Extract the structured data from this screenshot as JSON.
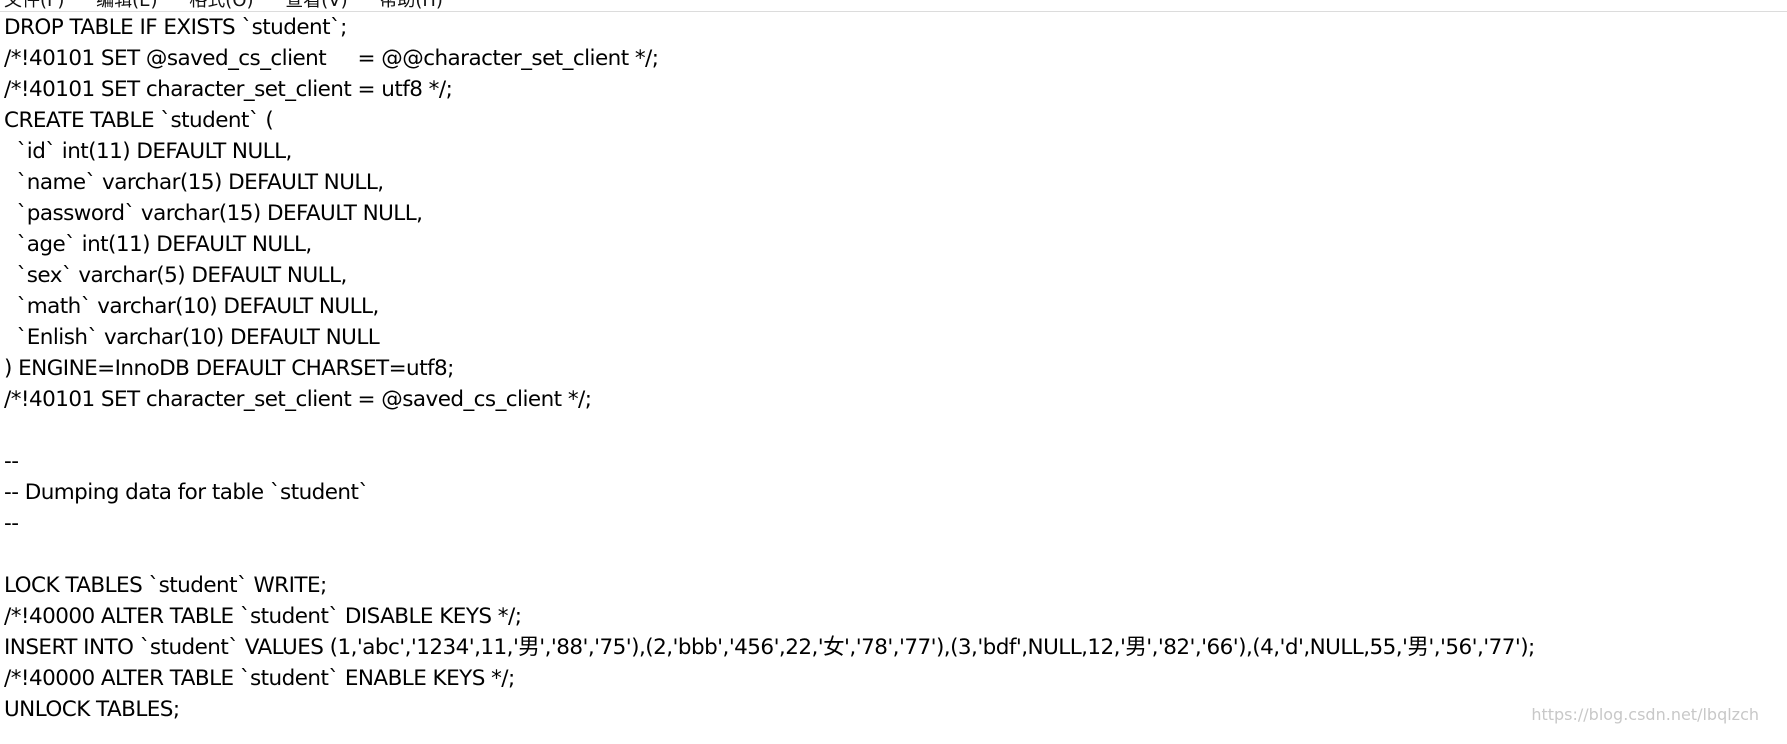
{
  "menubar": {
    "items": [
      "文件(F)",
      "编辑(E)",
      "格式(O)",
      "查看(V)",
      "帮助(H)"
    ]
  },
  "editor": {
    "lines": [
      "DROP TABLE IF EXISTS `student`;",
      "/*!40101 SET @saved_cs_client     = @@character_set_client */;",
      "/*!40101 SET character_set_client = utf8 */;",
      "CREATE TABLE `student` (",
      "  `id` int(11) DEFAULT NULL,",
      "  `name` varchar(15) DEFAULT NULL,",
      "  `password` varchar(15) DEFAULT NULL,",
      "  `age` int(11) DEFAULT NULL,",
      "  `sex` varchar(5) DEFAULT NULL,",
      "  `math` varchar(10) DEFAULT NULL,",
      "  `Enlish` varchar(10) DEFAULT NULL",
      ") ENGINE=InnoDB DEFAULT CHARSET=utf8;",
      "/*!40101 SET character_set_client = @saved_cs_client */;",
      "",
      "--",
      "-- Dumping data for table `student`",
      "--",
      "",
      "LOCK TABLES `student` WRITE;",
      "/*!40000 ALTER TABLE `student` DISABLE KEYS */;",
      "INSERT INTO `student` VALUES (1,'abc','1234',11,'男','88','75'),(2,'bbb','456',22,'女','78','77'),(3,'bdf',NULL,12,'男','82','66'),(4,'d',NULL,55,'男','56','77');",
      "/*!40000 ALTER TABLE `student` ENABLE KEYS */;",
      "UNLOCK TABLES;"
    ]
  },
  "watermark": "https://blog.csdn.net/lbqlzch"
}
